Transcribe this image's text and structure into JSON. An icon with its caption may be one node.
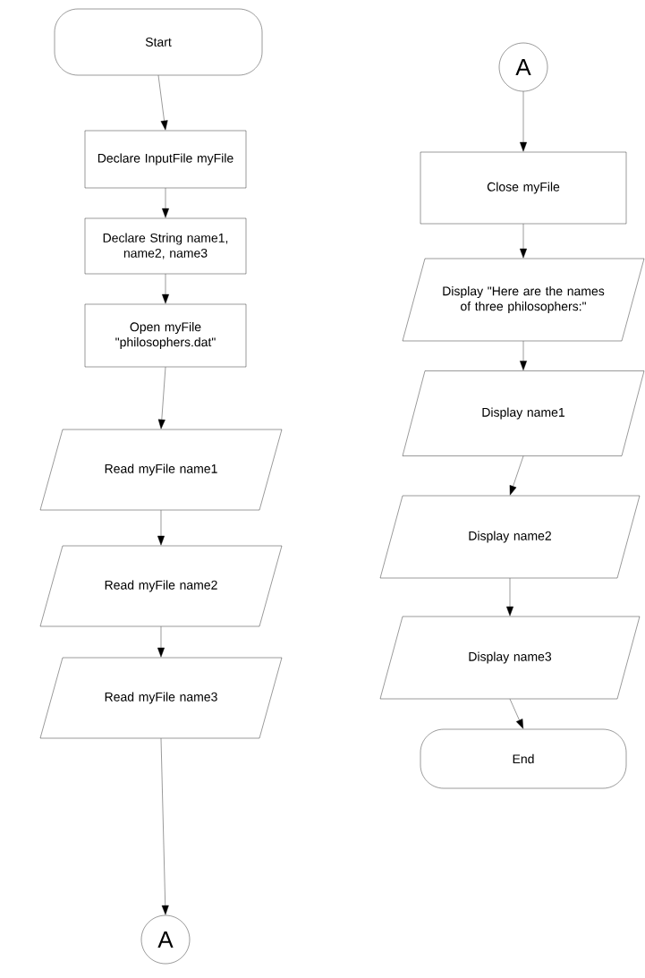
{
  "diagram": {
    "nodes": [
      {
        "text": [
          "Start"
        ]
      },
      {
        "text": [
          "Declare InputFile myFile"
        ]
      },
      {
        "text": [
          "Declare String name1, name2, name3"
        ]
      },
      {
        "text": [
          "Open myFile \"philosophers.dat\""
        ]
      },
      {
        "text": [
          "Read myFile name1"
        ]
      },
      {
        "text": [
          "Read myFile name2"
        ]
      },
      {
        "text": [
          "Read myFile name3"
        ]
      },
      {
        "text": [
          "A"
        ]
      },
      {
        "text": [
          "A"
        ]
      },
      {
        "text": [
          "Close myFile"
        ]
      },
      {
        "text": [
          "Display \"Here are the names of three philosophers:\""
        ]
      },
      {
        "text": [
          "Display name1"
        ]
      },
      {
        "text": [
          "Display name2"
        ]
      },
      {
        "text": [
          "Display name3"
        ]
      },
      {
        "text": [
          "End"
        ]
      }
    ],
    "edges": [
      {
        "from": 0,
        "to": 1,
        "arrow": "to"
      },
      {
        "from": 1,
        "to": 2,
        "arrow": "to"
      },
      {
        "from": 2,
        "to": 3,
        "arrow": "to"
      },
      {
        "from": 3,
        "to": 4,
        "arrow": "to"
      },
      {
        "from": 4,
        "to": 5,
        "arrow": "to"
      },
      {
        "from": 5,
        "to": 6,
        "arrow": "to"
      },
      {
        "from": 6,
        "to": 7,
        "arrow": "to"
      },
      {
        "from": 8,
        "to": 9,
        "arrow": "to"
      },
      {
        "from": 9,
        "to": 10,
        "arrow": "to"
      },
      {
        "from": 10,
        "to": 11,
        "arrow": "to"
      },
      {
        "from": 11,
        "to": 12,
        "arrow": "to"
      },
      {
        "from": 12,
        "to": 13,
        "arrow": "to"
      },
      {
        "from": 13,
        "to": 14,
        "arrow": "to"
      }
    ]
  }
}
